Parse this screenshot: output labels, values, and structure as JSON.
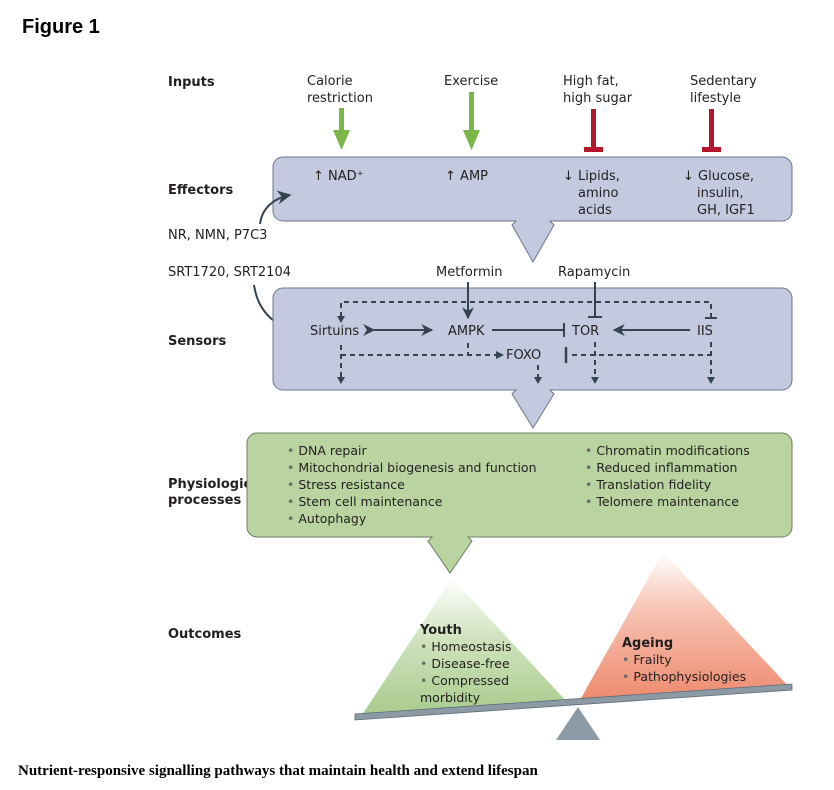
{
  "figure_title": "Figure 1",
  "caption": "Nutrient-responsive signalling pathways that maintain health and extend lifespan",
  "colors": {
    "activation_green": "#7ab648",
    "inhibition_red": "#b5162b",
    "box_blue": "#c3cae0",
    "box_green": "#b9d4a0",
    "line_dark": "#35434f",
    "ageing_salmon": "#f08c72",
    "beam_grey": "#8c9aa5"
  },
  "rows": {
    "inputs": "Inputs",
    "effectors": "Effectors",
    "sensors": "Sensors",
    "physiological_1": "Physiological",
    "physiological_2": "processes",
    "outcomes": "Outcomes"
  },
  "inputs": [
    {
      "line1": "Calorie",
      "line2": "restriction",
      "effect": "activates"
    },
    {
      "line1": "Exercise",
      "line2": "",
      "effect": "activates"
    },
    {
      "line1": "High fat,",
      "line2": "high sugar",
      "effect": "inhibits"
    },
    {
      "line1": "Sedentary",
      "line2": "lifestyle",
      "effect": "inhibits"
    }
  ],
  "effectors": [
    {
      "arrow": "↑",
      "lines": [
        "NAD⁺"
      ]
    },
    {
      "arrow": "↑",
      "lines": [
        "AMP"
      ]
    },
    {
      "arrow": "↓",
      "lines": [
        "Lipids,",
        "amino",
        "acids"
      ]
    },
    {
      "arrow": "↓",
      "lines": [
        "Glucose,",
        "insulin,",
        "GH, IGF1"
      ]
    }
  ],
  "drugs": {
    "nad_boosters": "NR, NMN, P7C3",
    "sirt_activators": "SRT1720, SRT2104",
    "metformin": "Metformin",
    "rapamycin": "Rapamycin"
  },
  "sensors": {
    "sirtuins": "Sirtuins",
    "ampk": "AMPK",
    "tor": "TOR",
    "iis": "IIS",
    "foxo": "FOXO"
  },
  "processes_left": [
    "DNA repair",
    "Mitochondrial biogenesis and function",
    "Stress resistance",
    "Stem cell maintenance",
    "Autophagy"
  ],
  "processes_right": [
    "Chromatin modifications",
    "Reduced inflammation",
    "Translation fidelity",
    "Telomere maintenance"
  ],
  "outcomes": {
    "youth": {
      "title": "Youth",
      "items": [
        "Homeostasis",
        "Disease-free",
        "Compressed",
        "morbidity"
      ]
    },
    "ageing": {
      "title": "Ageing",
      "items": [
        "Frailty",
        "Pathophysiologies"
      ]
    }
  },
  "bullet": "•"
}
